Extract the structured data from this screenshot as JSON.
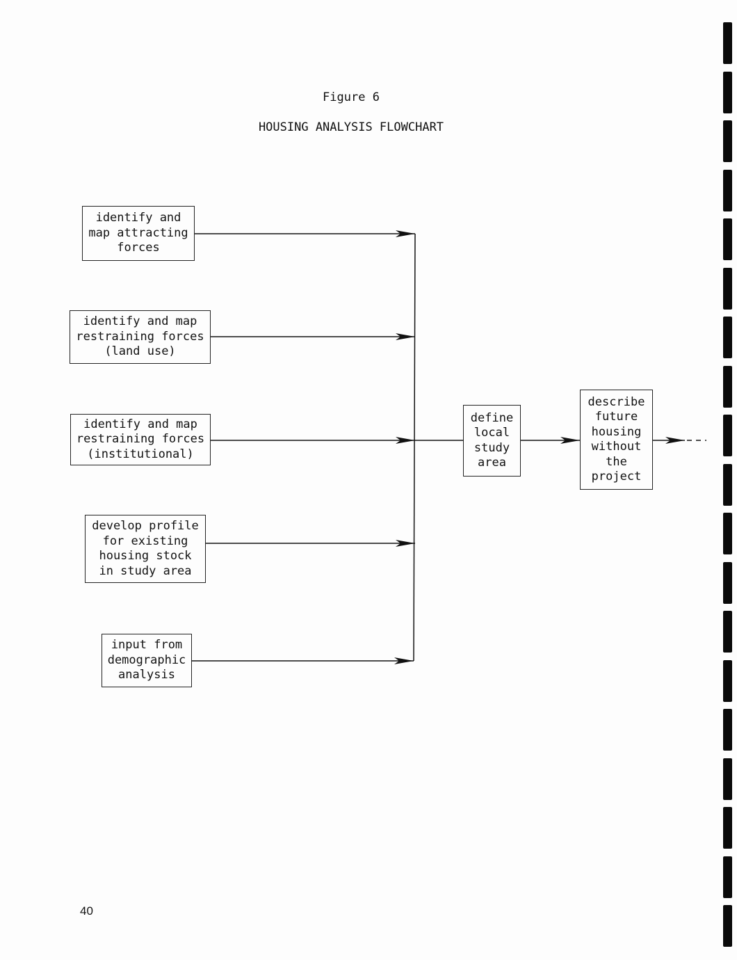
{
  "figure_label": "Figure 6",
  "figure_title": "HOUSING ANALYSIS FLOWCHART",
  "inputs": [
    {
      "lines": [
        "identify and",
        "map attracting",
        "forces"
      ]
    },
    {
      "lines": [
        "identify and map",
        "restraining forces",
        "(land use)"
      ]
    },
    {
      "lines": [
        "identify and map",
        "restraining forces",
        "(institutional)"
      ]
    },
    {
      "lines": [
        "develop profile",
        "for existing",
        "housing stock",
        "in study area"
      ]
    },
    {
      "lines": [
        "input from",
        "demographic",
        "analysis"
      ]
    }
  ],
  "define_box": {
    "lines": [
      "define",
      "local",
      "study",
      "area"
    ]
  },
  "describe_box": {
    "lines": [
      "describe",
      "future",
      "housing",
      "without",
      "the",
      "project"
    ]
  },
  "page_number": "40"
}
